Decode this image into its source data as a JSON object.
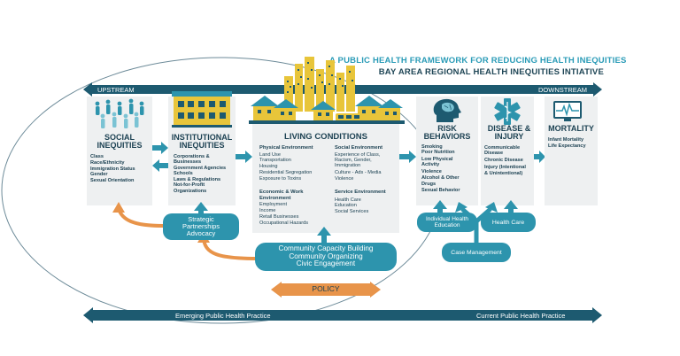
{
  "header": {
    "title": "A PUBLIC HEALTH FRAMEWORK FOR REDUCING HEALTH INEQUITIES",
    "subtitle": "BAY AREA REGIONAL HEALTH INEQUITIES INTIATIVE"
  },
  "top_arrow": {
    "left": "UPSTREAM",
    "right": "DOWNSTREAM"
  },
  "bottom_arrow": {
    "left": "Emerging Public Health Practice",
    "right": "Current Public Health Practice"
  },
  "social": {
    "title_l1": "SOCIAL",
    "title_l2": "INEQUITIES",
    "items": [
      "Class",
      "Race/Ethnicity",
      "Immigration Status",
      "Gender",
      "Sexual Orientation"
    ]
  },
  "institutional": {
    "title_l1": "INSTITUTIONAL",
    "title_l2": "INEQUITIES",
    "items": [
      "Corporations &",
      "Businesses",
      "Government Agencies",
      "Schools",
      "Laws & Regulations",
      "Not-for-Profit",
      "Organizations"
    ]
  },
  "living": {
    "title": "LIVING CONDITIONS",
    "physical_head": "Physical Environment",
    "physical": [
      "Land Use",
      "Transportation",
      "Housing",
      "Residential Segregation",
      "Exposure to Toxins"
    ],
    "economic_head_l1": "Economic & Work",
    "economic_head_l2": "Environment",
    "economic": [
      "Employment",
      "Income",
      "Retail Businesses",
      "Occupational Hazards"
    ],
    "social_head": "Social Environment",
    "social": [
      "Experience of Class,",
      "Racism, Gender,",
      "Immigration",
      "Culture - Ads - Media",
      "Violence"
    ],
    "service_head": "Service Environment",
    "service": [
      "Health Care",
      "Education",
      "Social Services"
    ]
  },
  "risk": {
    "title_l1": "RISK",
    "title_l2": "BEHAVIORS",
    "items": [
      "Smoking",
      "Poor Nutrition",
      "Low Physical",
      "Activity",
      "Violence",
      "Alcohol & Other",
      "Drugs",
      "Sexual Behavior"
    ]
  },
  "disease": {
    "title_l1": "DISEASE &",
    "title_l2": "INJURY",
    "items": [
      "Communicable",
      "Disease",
      "Chronic Disease",
      "Injury (Intentional",
      "& Unintentional)"
    ]
  },
  "mortality": {
    "title": "MORTALITY",
    "items": [
      "Infant Mortality",
      "Life Expectancy"
    ]
  },
  "pills": {
    "strategic_l1": "Strategic",
    "strategic_l2": "Partnerships",
    "strategic_l3": "Advocacy",
    "community_l1": "Community Capacity Building",
    "community_l2": "Community Organizing",
    "community_l3": "Civic Engagement",
    "policy": "POLICY",
    "ihe_l1": "Individual Health",
    "ihe_l2": "Education",
    "health_care": "Health Care",
    "case_mgmt": "Case Management"
  },
  "colors": {
    "teal": "#2d94ad",
    "dark_teal": "#1d5a70",
    "orange": "#e8944a",
    "panel": "#eef0f1",
    "title_blue": "#2a9bb7"
  }
}
